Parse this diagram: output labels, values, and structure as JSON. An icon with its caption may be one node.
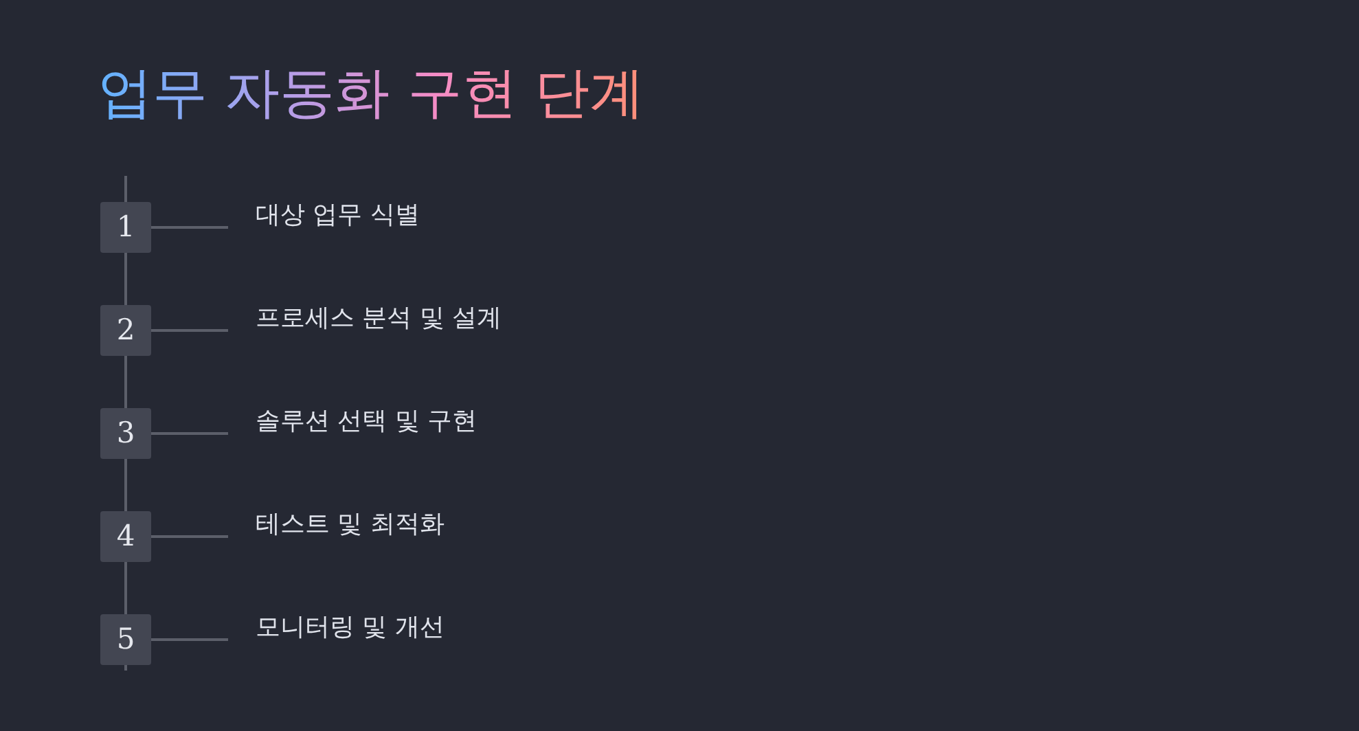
{
  "diagram": {
    "title": "업무 자동화 구현 단계",
    "nodes": [
      {
        "text": [
          "1"
        ]
      },
      {
        "text": [
          "대상 업무 식별"
        ]
      },
      {
        "text": [
          "2"
        ]
      },
      {
        "text": [
          "프로세스 분석 및 설계"
        ]
      },
      {
        "text": [
          "3"
        ]
      },
      {
        "text": [
          "솔루션 선택 및 구현"
        ]
      },
      {
        "text": [
          "4"
        ]
      },
      {
        "text": [
          "테스트 및 최적화"
        ]
      },
      {
        "text": [
          "5"
        ]
      },
      {
        "text": [
          "모니터링 및 개선"
        ]
      }
    ],
    "edges": [
      {
        "from": null,
        "to": 0,
        "arrow": "none"
      },
      {
        "from": 0,
        "to": 1,
        "arrow": "none"
      },
      {
        "from": 0,
        "to": 2,
        "arrow": "none"
      },
      {
        "from": 2,
        "to": 3,
        "arrow": "none"
      },
      {
        "from": 2,
        "to": 4,
        "arrow": "none"
      },
      {
        "from": 4,
        "to": 5,
        "arrow": "none"
      },
      {
        "from": 4,
        "to": 6,
        "arrow": "none"
      },
      {
        "from": 6,
        "to": 7,
        "arrow": "none"
      },
      {
        "from": 6,
        "to": 8,
        "arrow": "none"
      },
      {
        "from": 8,
        "to": 9,
        "arrow": "none"
      },
      {
        "from": 8,
        "to": null,
        "arrow": "none"
      }
    ]
  }
}
